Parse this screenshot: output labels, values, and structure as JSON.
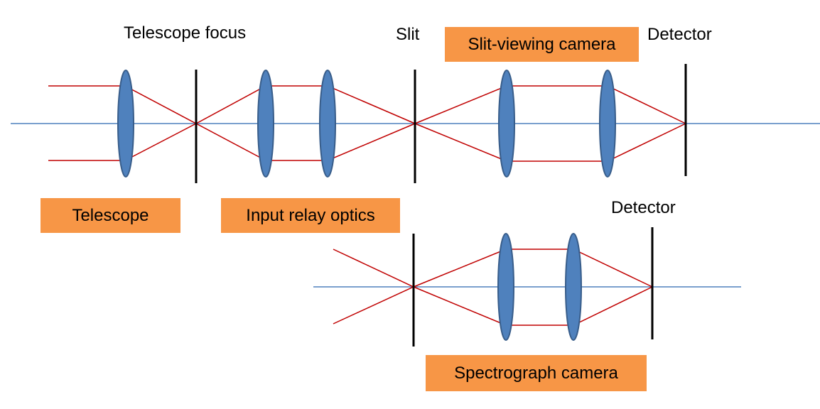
{
  "colors": {
    "axis": "#4f81bd",
    "ray": "#c00000",
    "lens_fill": "#4f81bd",
    "lens_stroke": "#385d8a",
    "plane": "#000000",
    "label_box": "#f79646"
  },
  "labels": {
    "telescope_focus": "Telescope focus",
    "slit_top": "Slit",
    "detector_top": "Detector",
    "detector_bottom": "Detector"
  },
  "boxes": {
    "slit_viewing_camera": "Slit-viewing camera",
    "telescope": "Telescope",
    "input_relay_optics": "Input relay optics",
    "spectrograph_camera": "Spectrograph camera"
  }
}
